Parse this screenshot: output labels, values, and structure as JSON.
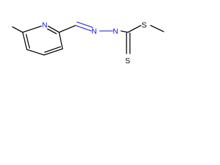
{
  "molecule": {
    "atoms": {
      "pyridine_n": {
        "symbol": "N",
        "label": "N"
      },
      "imine_n": {
        "symbol": "N",
        "label": "N"
      },
      "hydrazine_n": {
        "symbol": "N",
        "label": "N"
      },
      "thione_s": {
        "symbol": "S",
        "label": "S"
      },
      "thioether_s": {
        "symbol": "S",
        "label": "S"
      }
    }
  },
  "colors": {
    "bond": "#000000",
    "nitrogen": "#1a1ae6",
    "sulfur": "#000000",
    "background": "#ffffff"
  }
}
